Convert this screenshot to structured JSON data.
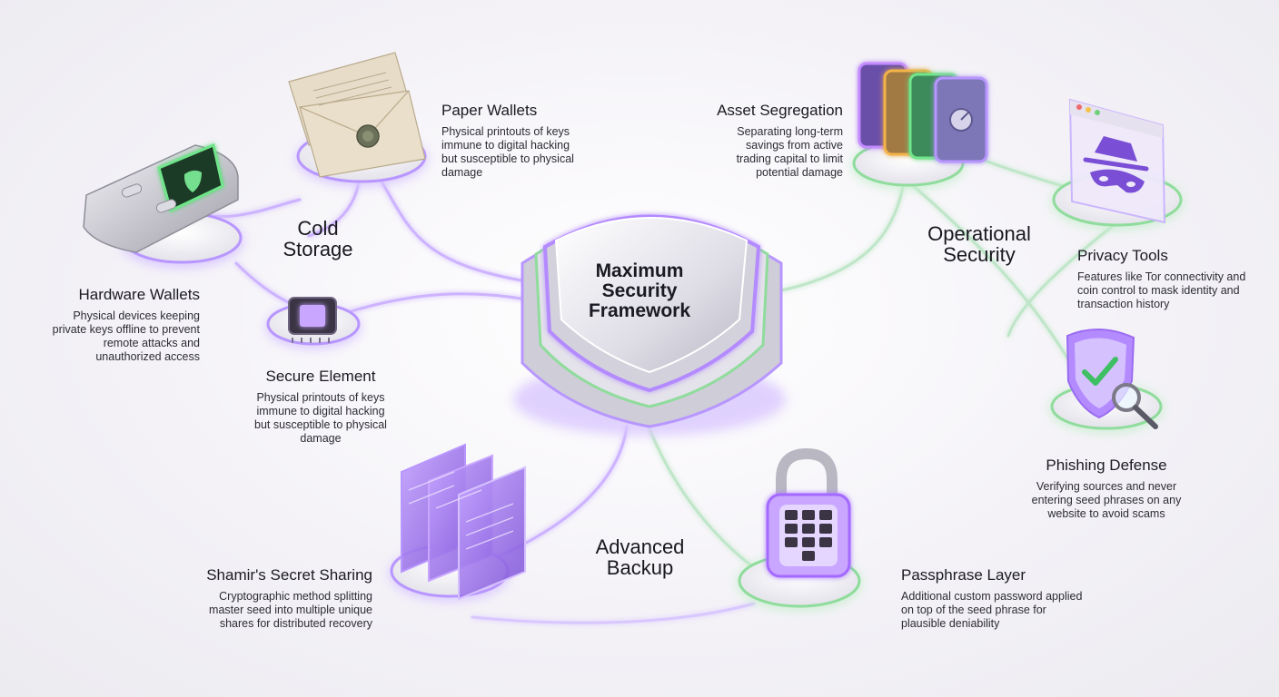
{
  "center": {
    "title": "Maximum\nSecurity\nFramework"
  },
  "groups": {
    "cold_storage": "Cold\nStorage",
    "operational_security": "Operational\nSecurity",
    "advanced_backup": "Advanced\nBackup"
  },
  "nodes": {
    "paper_wallets": {
      "title": "Paper Wallets",
      "desc": "Physical printouts of keys immune to digital hacking but susceptible to physical damage"
    },
    "hardware_wallets": {
      "title": "Hardware Wallets",
      "desc": "Physical devices keeping private keys offline to prevent remote attacks and unauthorized access"
    },
    "secure_element": {
      "title": "Secure Element",
      "desc": "Physical printouts of keys immune to digital hacking but susceptible to physical damage"
    },
    "asset_segregation": {
      "title": "Asset Segregation",
      "desc": "Separating long-term savings from active trading capital to limit potential damage"
    },
    "privacy_tools": {
      "title": "Privacy Tools",
      "desc": "Features like Tor connectivity and coin control to mask identity and transaction history"
    },
    "phishing_defense": {
      "title": "Phishing Defense",
      "desc": "Verifying sources and never entering seed phrases on any website to avoid scams"
    },
    "shamir": {
      "title": "Shamir's Secret Sharing",
      "desc": "Cryptographic method splitting master seed into multiple unique shares for distributed recovery"
    },
    "passphrase": {
      "title": "Passphrase Layer",
      "desc": "Additional custom password applied on top of the seed phrase for plausible deniability"
    }
  },
  "colors": {
    "purple": "#a46bff",
    "green": "#7ddc8a",
    "shield": "#c9c6d4",
    "background": "#f4f2f7"
  }
}
